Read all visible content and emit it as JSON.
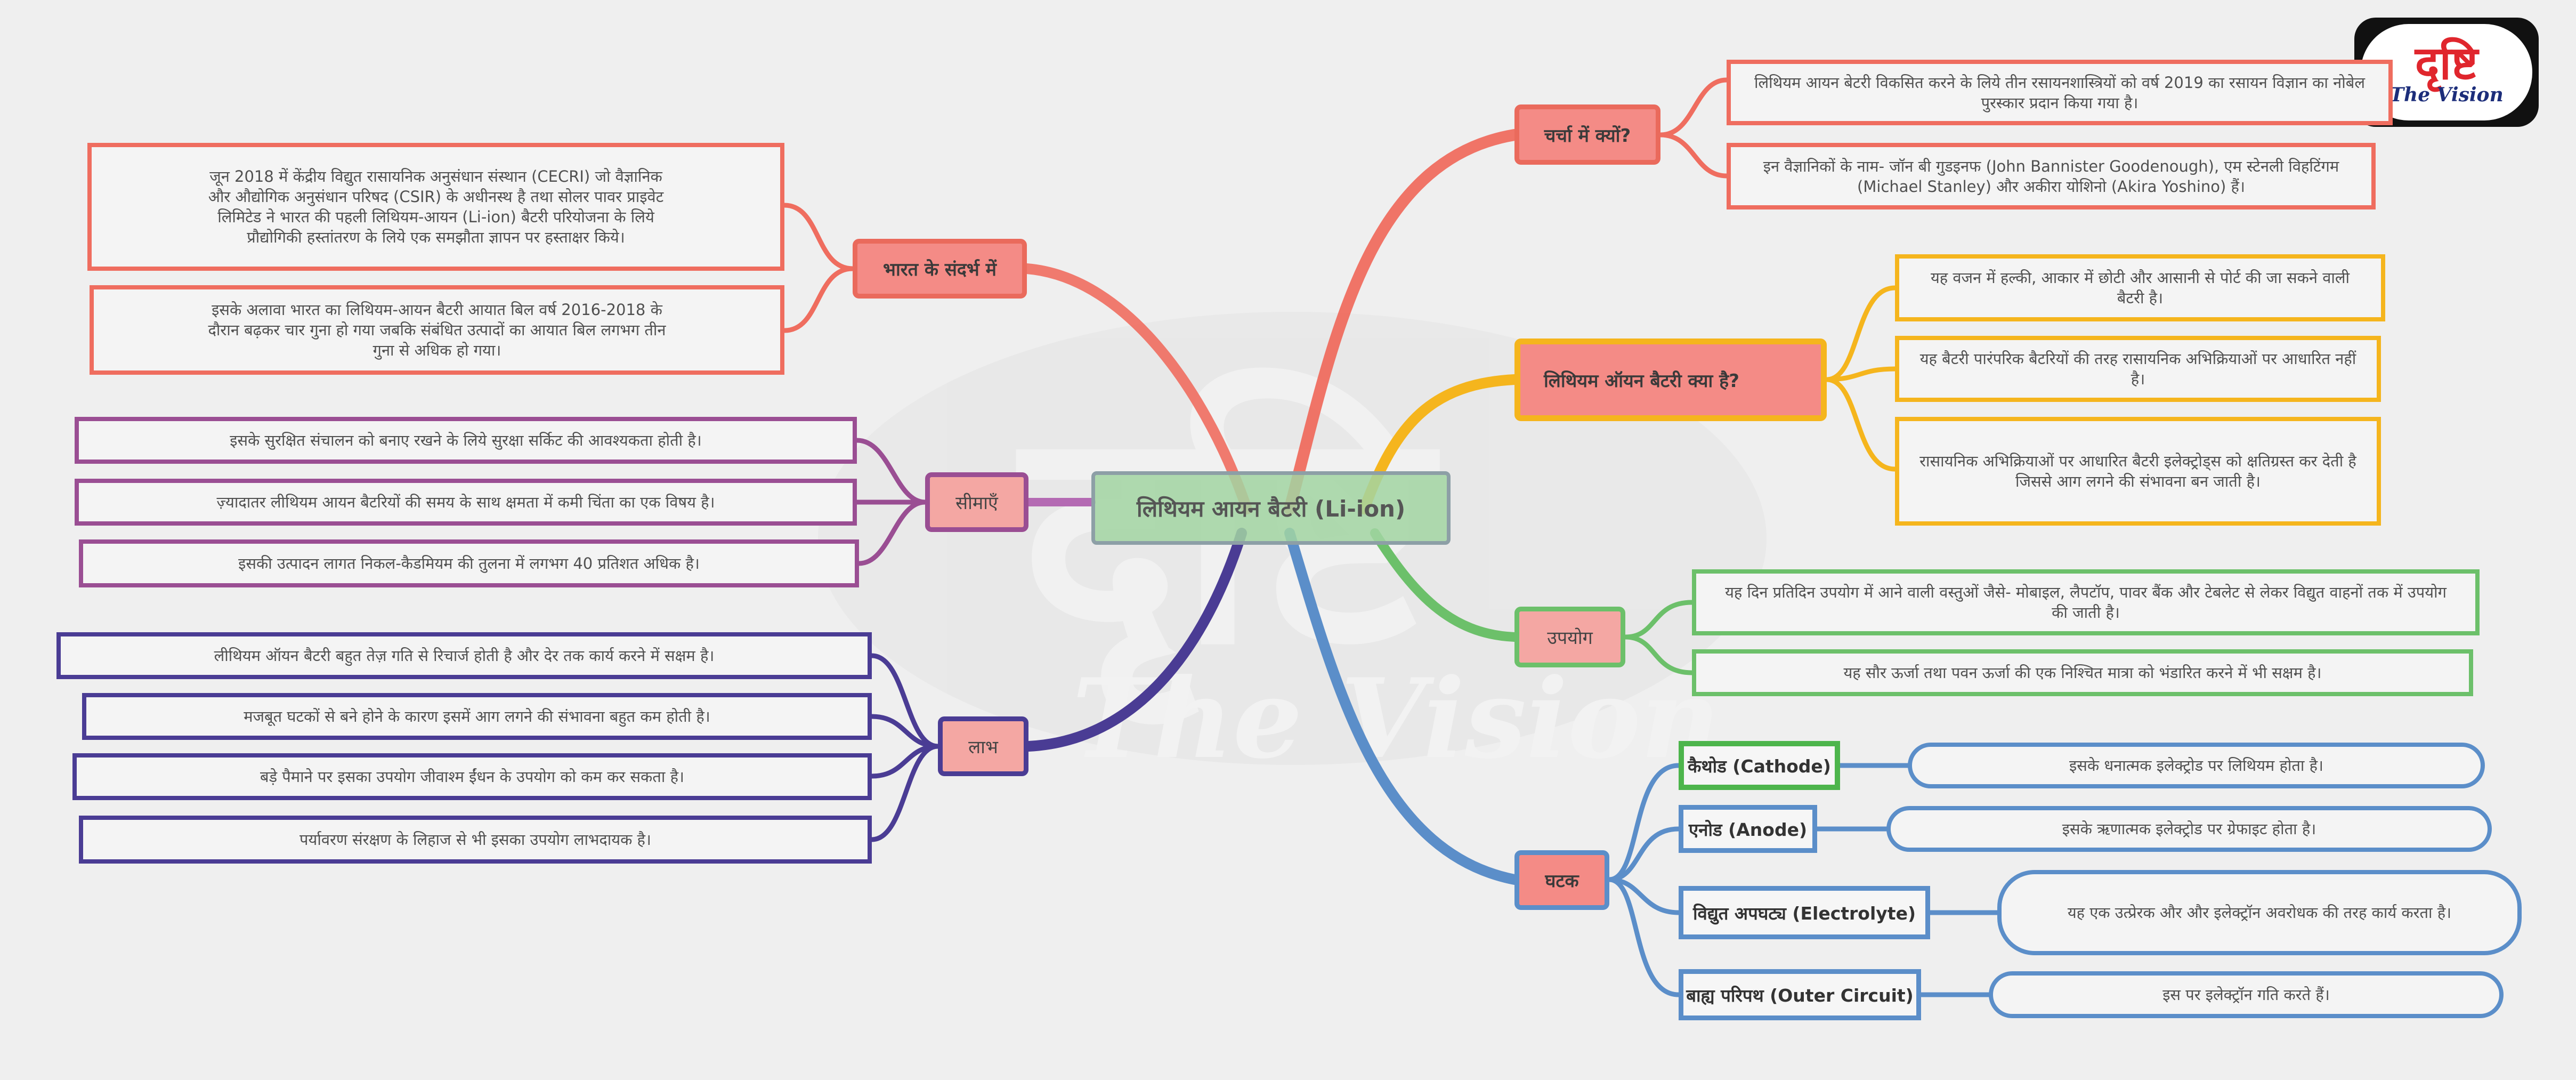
{
  "center": {
    "label": "लिथियम आयन बैटरी (Li-ion)"
  },
  "logo": {
    "title": "दृष्टि",
    "subtitle": "The Vision"
  },
  "watermark": {
    "script": "दृष्टि",
    "subtitle": "The Vision"
  },
  "colors": {
    "center": "#9bd09b",
    "red": "#ef6d5f",
    "yellow": "#f5b51d",
    "green": "#6cc06a",
    "blue": "#5b8ec9",
    "purple": "#9a4e93",
    "indigo": "#4a3c94"
  },
  "branches": {
    "why_in_news": {
      "label": "चर्चा में क्यों?",
      "items": [
        "लिथियम आयन बेटरी विकसित करने के लिये तीन रसायनशास्त्रियों को वर्ष 2019 का रसायन विज्ञान का नोबेल पुरस्कार प्रदान किया गया है।",
        "इन वैज्ञानिकों के नाम- जॉन बी गुडइनफ (John Bannister Goodenough), एम स्टेनली विहटिंगम (Michael Stanley) और अकीरा योशिनो (Akira Yoshino) हैं।"
      ]
    },
    "what_is": {
      "label": "लिथियम ऑयन बैटरी क्या है?",
      "items": [
        "यह वजन में हल्की, आकार में छोटी और आसानी से पोर्ट की जा सकने वाली बैटरी है।",
        "यह बैटरी पारंपरिक बैटरियों की तरह रासायनिक अभिक्रियाओं पर आधारित नहीं है।",
        "रासायनिक अभिक्रियाओं पर आधारित बैटरी इलेक्ट्रोड्स को क्षतिग्रस्त कर देती है जिससे आग लगने की संभावना बन जाती है।"
      ]
    },
    "uses": {
      "label": "उपयोग",
      "items": [
        "यह दिन प्रतिदिन उपयोग में आने वाली वस्तुओं जैसे- मोबाइल, लैपटॉप, पावर बैंक और टेबलेट से लेकर विद्युत वाहनों तक में उपयोग की जाती है।",
        "यह सौर ऊर्जा तथा पवन ऊर्जा की एक निश्चित मात्रा को भंडारित करने में भी सक्षम है।"
      ]
    },
    "components": {
      "label": "घटक",
      "items": [
        {
          "name": "कैथोड (Cathode)",
          "desc": "इसके धनात्मक इलेक्ट्रोड पर लिथियम होता है।"
        },
        {
          "name": "एनोड (Anode)",
          "desc": "इसके ऋणात्मक इलेक्ट्रोड पर ग्रेफाइट होता है।"
        },
        {
          "name": "विद्युत अपघट्य (Electrolyte)",
          "desc": "यह एक उत्प्रेरक और और इलेक्ट्रॉन अवरोधक की तरह कार्य करता है।"
        },
        {
          "name": "बाह्य परिपथ (Outer Circuit)",
          "desc": "इस पर इलेक्ट्रॉन गति करते हैं।"
        }
      ]
    },
    "india_context": {
      "label": "भारत के संदर्भ में",
      "items": [
        "जून 2018 में केंद्रीय विद्युत रासायनिक अनुसंधान संस्थान (CECRI) जो वैज्ञानिक और औद्योगिक अनुसंधान परिषद (CSIR) के अधीनस्थ है तथा सोलर पावर प्राइवेट लिमिटेड ने भारत की पहली लिथियम-आयन (Li-ion) बैटरी परियोजना के लिये प्रौद्योगिकी हस्तांतरण के लिये एक समझौता ज्ञापन पर हस्ताक्षर किये।",
        "इसके अलावा भारत का लिथियम-आयन बैटरी आयात बिल वर्ष 2016-2018 के दौरान बढ़कर चार गुना हो गया जबकि संबंधित उत्पादों का आयात बिल लगभग तीन गुना से अधिक हो गया।"
      ]
    },
    "limitations": {
      "label": "सीमाएँ",
      "items": [
        "इसके सुरक्षित संचालन को बनाए रखने के लिये सुरक्षा सर्किट की आवश्यकता होती है।",
        "ज़्यादातर लीथियम आयन बैटरियों की समय के साथ क्षमता में कमी चिंता का एक विषय है।",
        "इसकी उत्पादन लागत निकल-कैडमियम की तुलना में लगभग 40 प्रतिशत अधिक है।"
      ]
    },
    "benefits": {
      "label": "लाभ",
      "items": [
        "लीथियम ऑयन बैटरी बहुत तेज़ गति से रिचार्ज होती है और देर तक कार्य करने में सक्षम है।",
        "मजबूत घटकों से बने होने के कारण इसमें आग लगने की संभावना बहुत कम होती है।",
        "बड़े पैमाने पर इसका उपयोग जीवाश्म ईंधन के उपयोग को कम कर सकता है।",
        "पर्यावरण संरक्षण के लिहाज से भी इसका उपयोग लाभदायक है।"
      ]
    }
  }
}
